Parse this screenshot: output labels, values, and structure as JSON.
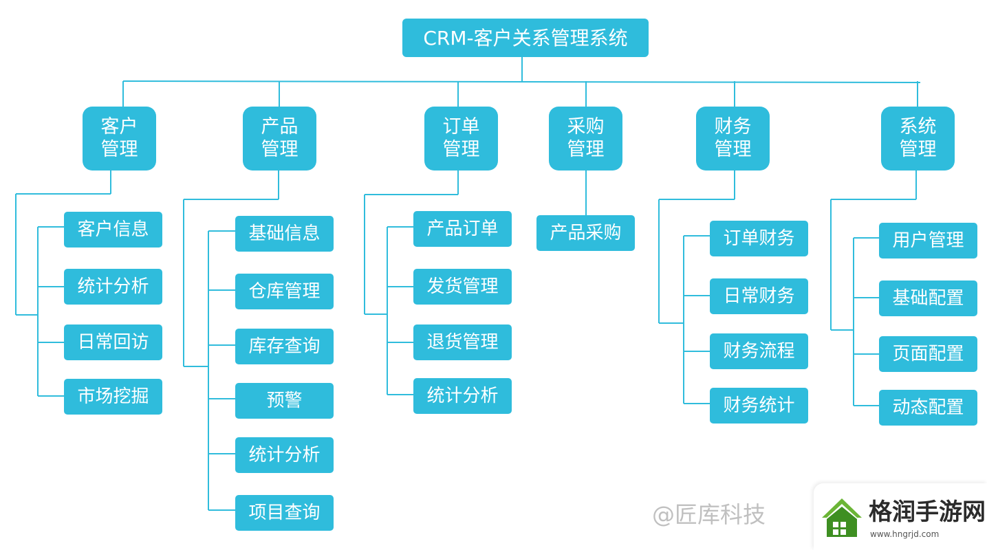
{
  "colors": {
    "box": "#2fbcdc",
    "line": "#2fbcdc",
    "text": "#ffffff"
  },
  "root": {
    "label": "CRM-客户关系管理系统"
  },
  "categories": [
    {
      "label": "客户\n管理",
      "items": [
        "客户信息",
        "统计分析",
        "日常回访",
        "市场挖掘"
      ]
    },
    {
      "label": "产品\n管理",
      "items": [
        "基础信息",
        "仓库管理",
        "库存查询",
        "预警",
        "统计分析",
        "项目查询"
      ]
    },
    {
      "label": "订单\n管理",
      "items": [
        "产品订单",
        "发货管理",
        "退货管理",
        "统计分析"
      ]
    },
    {
      "label": "采购\n管理",
      "items": [
        "产品采购"
      ]
    },
    {
      "label": "财务\n管理",
      "items": [
        "订单财务",
        "日常财务",
        "财务流程",
        "财务统计"
      ]
    },
    {
      "label": "系统\n管理",
      "items": [
        "用户管理",
        "基础配置",
        "页面配置",
        "动态配置"
      ]
    }
  ],
  "watermark": {
    "text": "@匠库科技",
    "site_name": "格润手游网",
    "site_url": "www.hngrjd.com",
    "logo_icon": "house-roof-icon"
  }
}
